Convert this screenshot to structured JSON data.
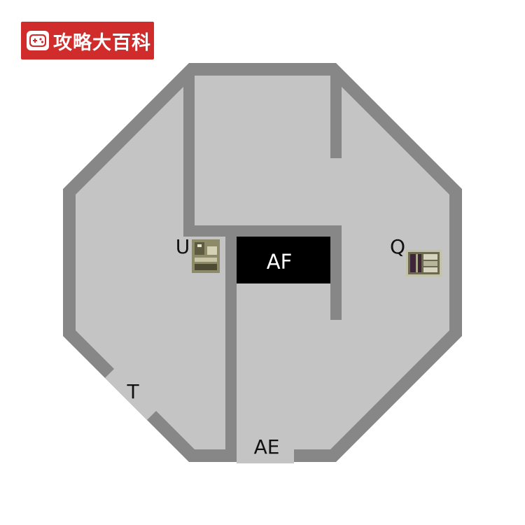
{
  "logo": {
    "text": "攻略大百科",
    "bg_color": "#d12c2c"
  },
  "map": {
    "colors": {
      "wall": "#878787",
      "floor": "#c4c4c4",
      "block": "#000000",
      "label_dark": "#111111",
      "label_light": "#ffffff"
    },
    "labels": {
      "af": "AF",
      "ae": "AE",
      "q": "Q",
      "u": "U",
      "t": "T"
    },
    "icons": {
      "q": "cabinet-icon",
      "u": "machine-icon"
    }
  }
}
